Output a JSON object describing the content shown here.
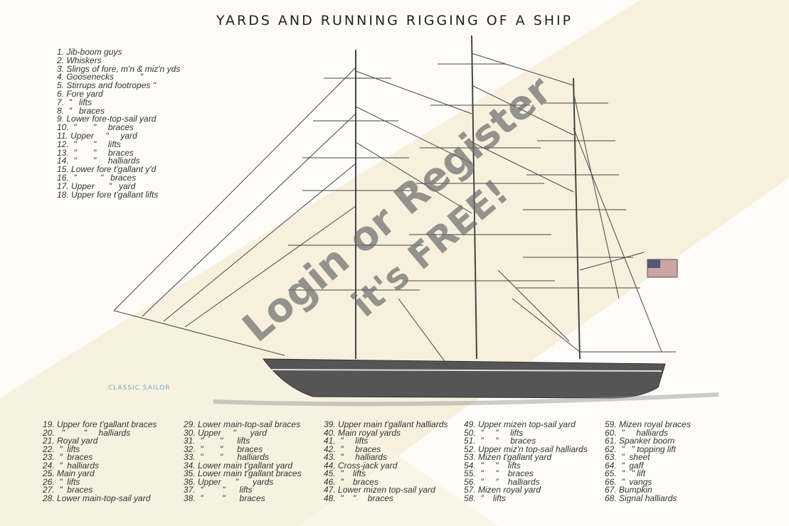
{
  "title": "YARDS AND RUNNING RIGGING OF A SHIP",
  "brand": "CLASSIC SAILOR",
  "watermark": {
    "line1": "Login or Register",
    "line2": "it's FREE!"
  },
  "top_legend": [
    "1. Jib-boom guys",
    "2. Whiskers",
    "3. Slings of fore, m'n & miz'n yds",
    "4. Goosenecks           \"",
    "5. Stirrups and footropes \"",
    "6. Fore yard",
    "7.  \"   lifts",
    "8.  \"   braces",
    "9. Lower fore-top-sail yard",
    "10.  \"       \"     braces",
    "11. Upper     \"     yard",
    "12.  \"       \"     lifts",
    "13.  \"       \"     braces",
    "14.  \"       \"     halliards",
    "15. Lower fore t'gallant y'd",
    "16.  \"          \"   braces",
    "17. Upper      \"   yard",
    "18. Upper fore t'gallant lifts"
  ],
  "bottom_legend": [
    [
      "19. Upper fore t'gallant braces",
      "20.   \"        \"     halliards",
      "21. Royal yard",
      "22.  \"  lifts",
      "23.  \"  braces",
      "24.  \"  halliards",
      "25. Main yard",
      "26.  \"  lifts",
      "27.  \"  braces",
      "28. Lower main-top-sail yard"
    ],
    [
      "29. Lower main-top-sail braces",
      "30. Upper     \"      yard",
      "31.  \"       \"      lifts",
      "32.  \"       \"      braces",
      "33.  \"       \"      halliards",
      "34. Lower main t'gallant yard",
      "35. Lower main t'gallant braces",
      "36. Upper      \"      yards",
      "37.  \"        \"      lifts",
      "38.  \"        \"      braces"
    ],
    [
      "39. Upper main t'gallant halliards",
      "40. Main royal yards",
      "41.  \"     lifts",
      "42.  \"     braces",
      "43.  \"     halliards",
      "44. Cross-jack yard",
      "45.  \"    lifts",
      "46.  \"    braces",
      "47. Lower mizen top-sail yard",
      "48.  \"    \"     braces"
    ],
    [
      "49. Upper mizen top-sail yard",
      "50.  \"     \"     lifts",
      "51.  \"     \"     braces",
      "52. Upper miz'n top-sail halliards",
      "53. Mizen t'gallant yard",
      "54.  \"     \"    lifts",
      "55.  \"     \"    braces",
      "56.  \"     \"    halliards",
      "57. Mizen royal yard",
      "58.  \"    lifts"
    ],
    [
      "59. Mizen royal braces",
      "60.  \"     halliards",
      "61. Spanker boom",
      "62.  \"   \" topping lift",
      "63.  \"  sheet",
      "64.  \"  gaff",
      "65.  \"   \" lift",
      "66.  \"  vangs",
      "67. Bumpkin",
      "68. Signal halliards"
    ]
  ]
}
